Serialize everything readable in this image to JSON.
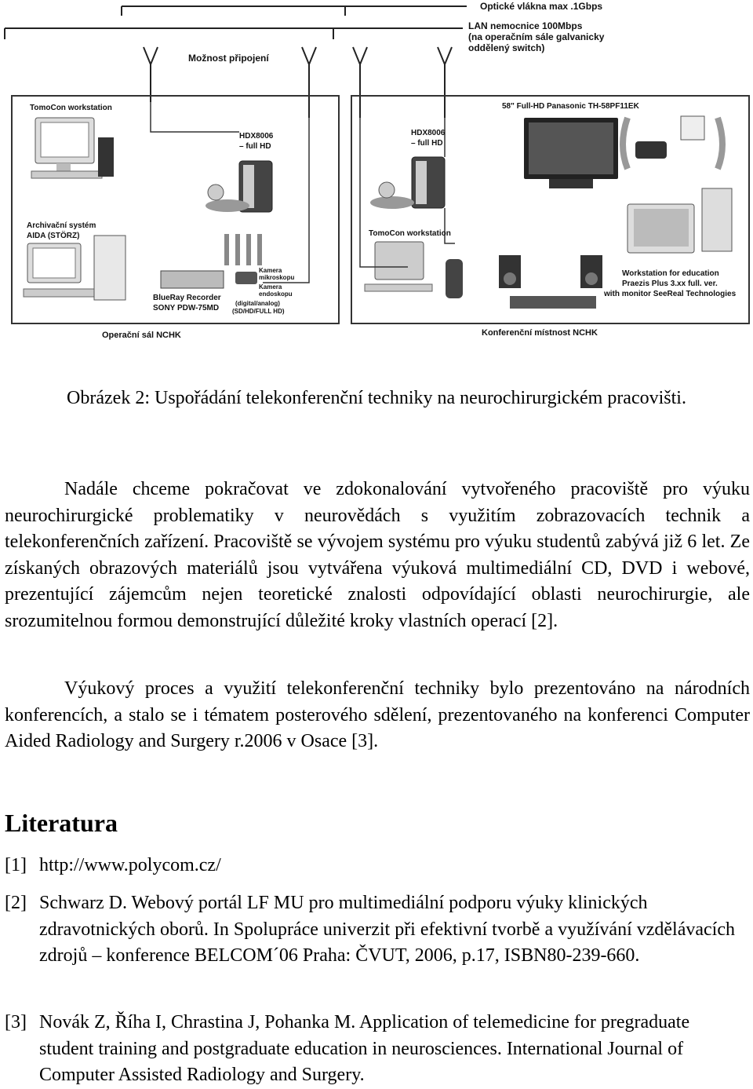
{
  "figure": {
    "labels": {
      "fiber": "Optické vlákna max .1Gbps",
      "lan_1": "LAN nemocnice 100Mbps",
      "lan_2": "(na operačním sále galvanicky",
      "lan_3": "oddělený switch)",
      "moznost": "Možnost připojení",
      "tomocon_left": "TomoCon workstation",
      "hdx_left_1": "HDX8006",
      "hdx_left_2": "– full HD",
      "hdx_right_1": "HDX8006",
      "hdx_right_2": "– full HD",
      "panasonic": "58\" Full-HD Panasonic TH-58PF11EK",
      "archiv_1": "Archivační systém",
      "archiv_2": "AIDA (STÖRZ)",
      "tomocon_right": "TomoCon workstation",
      "kamera_m_1": "Kamera",
      "kamera_m_2": "mikroskopu",
      "kamera_e_1": "Kamera",
      "kamera_e_2": "endoskopu",
      "digital_1": "(digital/analog)",
      "digital_2": "(SD/HD/FULL HD)",
      "blueray_1": "BlueRay Recorder",
      "blueray_2": "SONY PDW-75MD",
      "edu_1": "Workstation for education",
      "edu_2": "Praezis Plus 3.xx full. ver.",
      "edu_3": "with monitor SeeReal Technologies",
      "sal": "Operační sál NCHK",
      "mistnost": "Konferenční místnost NCHK"
    }
  },
  "caption": "Obrázek 2: Uspořádání telekonferenční techniky na neurochirurgickém pracovišti.",
  "paragraphs": [
    "Nadále chceme pokračovat ve zdokonalování vytvořeného pracoviště pro výuku neurochirurgické problematiky v neurovědách s využitím zobrazovacích technik a telekonferenčních zařízení. Pracoviště se vývojem systému pro výuku studentů zabývá již 6 let. Ze získaných obrazových materiálů jsou vytvářena výuková multimediální CD, DVD i webové, prezentující zájemcům nejen teoretické znalosti odpovídající oblasti neurochirurgie, ale srozumitelnou formou demonstrující důležité kroky vlastních operací [2].",
    "Výukový proces a využití telekonferenční techniky bylo prezentováno na národních konferencích, a stalo se i tématem posterového sdělení, prezentovaného na konferenci Computer Aided Radiology and Surgery r.2006 v Osace [3]."
  ],
  "heading": "Literatura",
  "references": [
    {
      "num": "[1]",
      "text": "http://www.polycom.cz/"
    },
    {
      "num": "[2]",
      "text": "Schwarz D. Webový portál LF MU pro multimediální podporu výuky klinických zdravotnických oborů. In Spolupráce univerzit při efektivní tvorbě a využívání vzdělávacích zdrojů – konference BELCOM´06 Praha: ČVUT, 2006, p.17, ISBN80-239-660."
    },
    {
      "num": "[3]",
      "text": "Novák Z, Říha I, Chrastina J, Pohanka M. Application of telemedicine for pregraduate student training and postgraduate education in neurosciences. International Journal of Computer Assisted Radiology and Surgery."
    }
  ]
}
